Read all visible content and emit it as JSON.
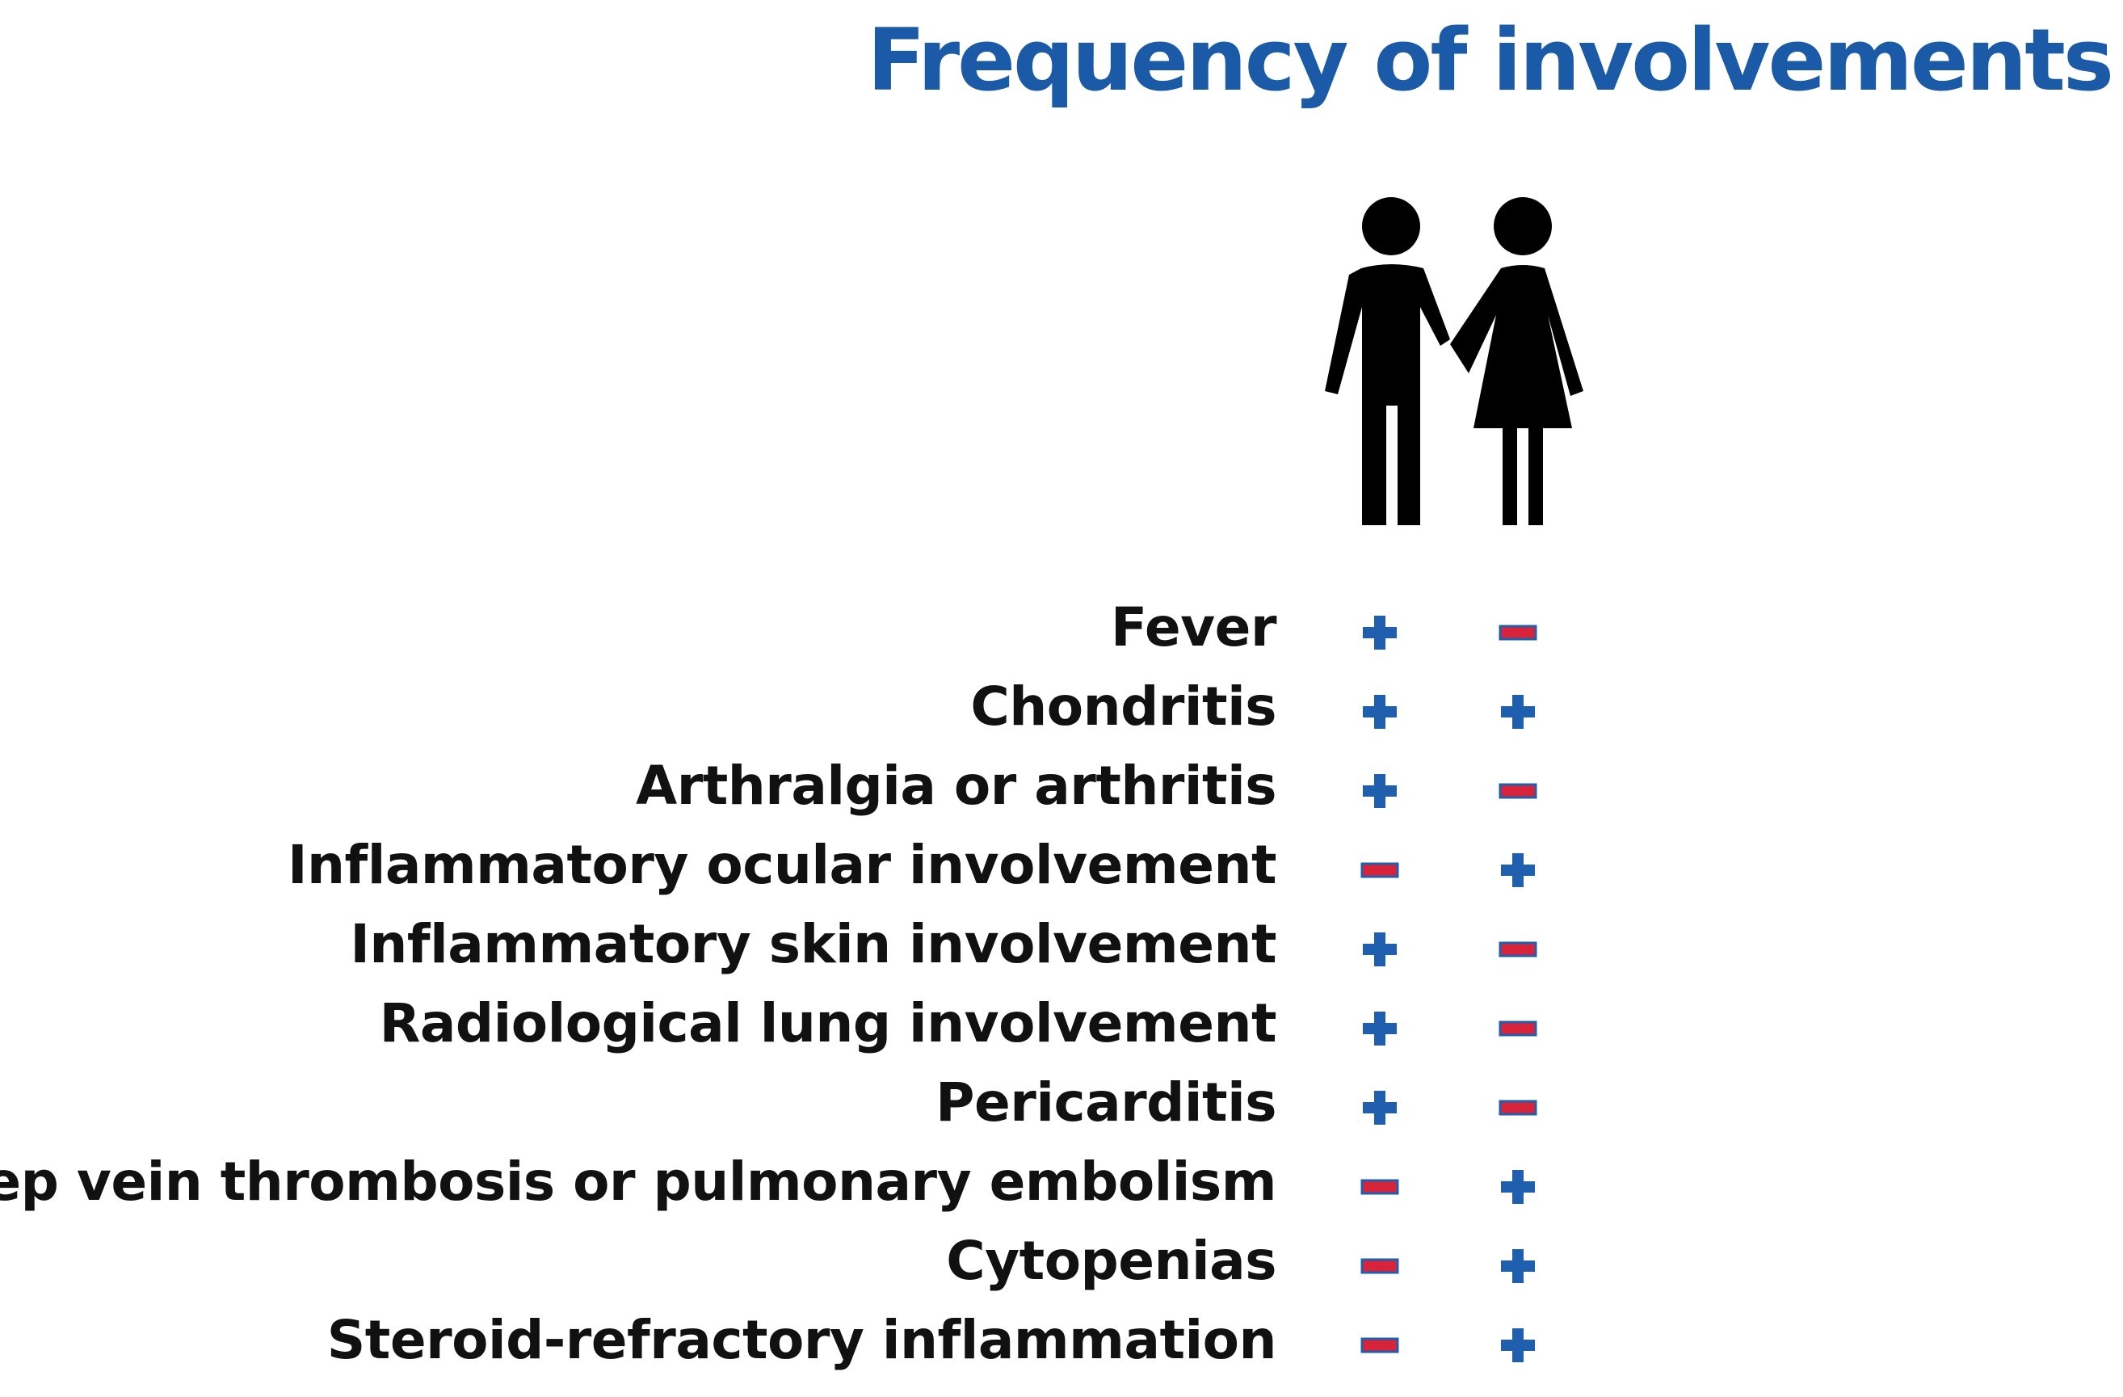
{
  "title": "Frequency of involvements",
  "legend": {
    "figure_icons": [
      "male-figure-icon",
      "female-figure-icon"
    ]
  },
  "colors": {
    "title": "#1b5aa6",
    "plus_fill": "#1f5fae",
    "minus_fill": "#d8243a",
    "minus_border": "#1f5fae",
    "label_text": "#111111",
    "figure_fill": "#000000"
  },
  "rows": [
    {
      "label": "Fever",
      "male": "+",
      "female": "-"
    },
    {
      "label": "Chondritis",
      "male": "+",
      "female": "+"
    },
    {
      "label": "Arthralgia or arthritis",
      "male": "+",
      "female": "-"
    },
    {
      "label": "Inflammatory ocular involvement",
      "male": "-",
      "female": "+"
    },
    {
      "label": "Inflammatory skin involvement",
      "male": "+",
      "female": "-"
    },
    {
      "label": "Radiological lung involvement",
      "male": "+",
      "female": "-"
    },
    {
      "label": "Pericarditis",
      "male": "+",
      "female": "-"
    },
    {
      "label": "Deep vein thrombosis or pulmonary embolism",
      "male": "-",
      "female": "+"
    },
    {
      "label": "Cytopenias",
      "male": "-",
      "female": "+"
    },
    {
      "label": "Steroid-refractory inflammation",
      "male": "-",
      "female": "+"
    }
  ]
}
